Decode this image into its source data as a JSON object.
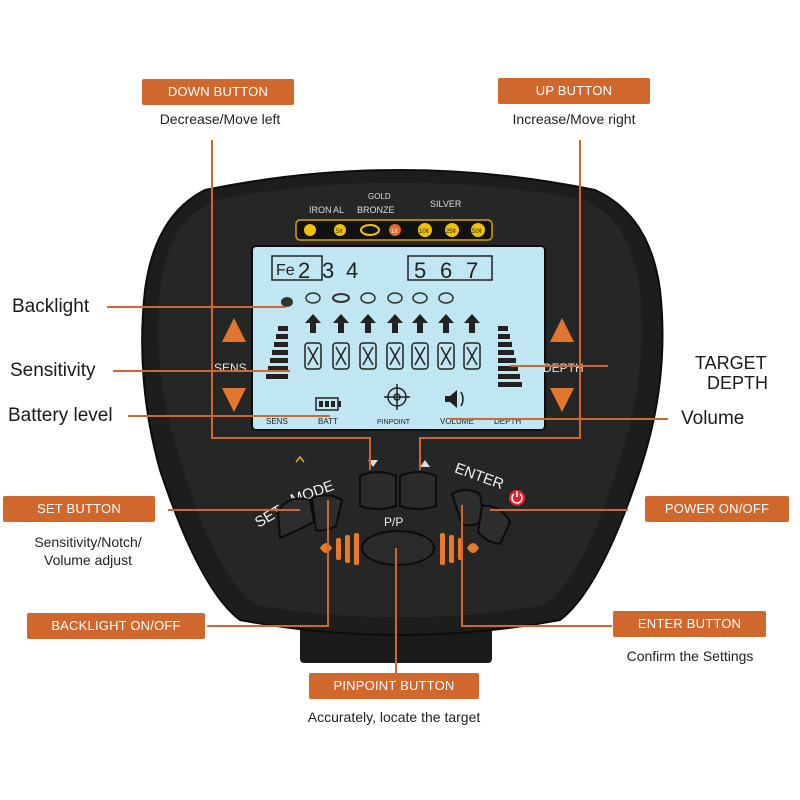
{
  "callouts": {
    "down": {
      "label": "DOWN BUTTON",
      "desc": "Decrease/Move left"
    },
    "up": {
      "label": "UP BUTTON",
      "desc": "Increase/Move right"
    },
    "set": {
      "label": "SET BUTTON",
      "desc_line1": "Sensitivity/Notch/",
      "desc_line2": "Volume adjust"
    },
    "backlight_btn": {
      "label": "BACKLIGHT ON/OFF"
    },
    "pinpoint": {
      "label": "PINPOINT BUTTON",
      "desc": "Accurately, locate the target"
    },
    "power": {
      "label": "POWER ON/OFF"
    },
    "enter": {
      "label": "ENTER BUTTON",
      "desc": "Confirm the Settings"
    }
  },
  "side_labels": {
    "backlight": "Backlight",
    "sensitivity": "Sensitivity",
    "battery": "Battery level",
    "target_depth_line1": "TARGET",
    "target_depth_line2": "DEPTH",
    "volume": "Volume"
  },
  "device": {
    "metal_labels": {
      "iron": "IRON",
      "al": "AL",
      "gold": "GOLD",
      "bronze": "BRONZE",
      "silver": "SILVER"
    },
    "coin_labels": [
      "5¢",
      "1¢",
      "10¢",
      "25¢",
      "50¢"
    ],
    "sens_label": "SENS",
    "depth_label": "DEPTH",
    "buttons": {
      "set": "SET",
      "mode": "MODE",
      "enter": "ENTER",
      "pp": "P/P"
    },
    "lcd": {
      "fe": "Fe",
      "digits": [
        "2",
        "3",
        "4",
        "5",
        "6",
        "7"
      ],
      "bottom_labels": {
        "sens": "SENS",
        "batt": "BATT",
        "pinpoint": "PINPOINT",
        "volume": "VOLUME",
        "depth": "DEPTH"
      }
    }
  },
  "colors": {
    "accent": "#d0672c",
    "lcd": "#bfe6f2",
    "body": "#1c1c1c"
  }
}
